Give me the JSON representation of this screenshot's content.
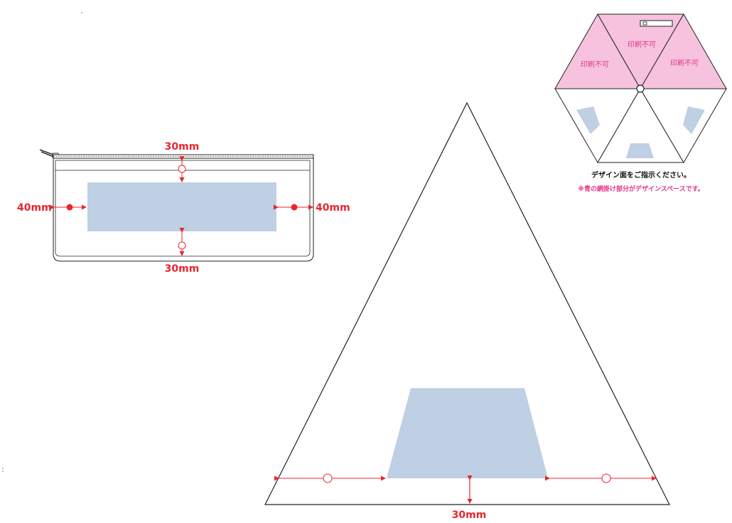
{
  "pouch": {
    "top_margin": "30mm",
    "bottom_margin": "30mm",
    "left_margin": "40mm",
    "right_margin": "40mm"
  },
  "panel": {
    "bottom_margin": "30mm"
  },
  "umbrella": {
    "no_print_labels": [
      "印刷不可",
      "印刷不可",
      "印刷不可"
    ]
  },
  "notes": {
    "instruction": "デザイン面をご指示ください。",
    "design_space": "※青の網掛け部分がデザインスペースです。"
  },
  "colors": {
    "dimension": "#e8262e",
    "design_area": "#bfcfe4",
    "no_print_fill": "#f6c2dd",
    "no_print_text": "#e4378c"
  }
}
